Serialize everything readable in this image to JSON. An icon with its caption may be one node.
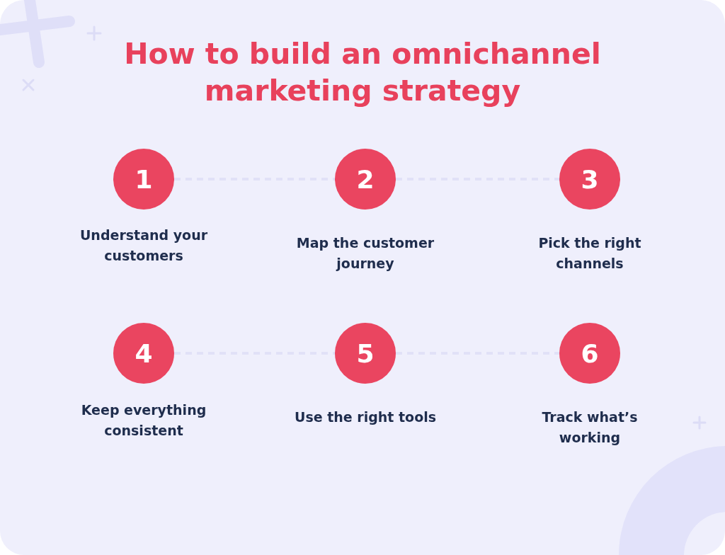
{
  "diagram": {
    "title": "How to build an omnichannel marketing strategy",
    "nodes": [
      {
        "text": [
          "1"
        ],
        "beside": [
          "Understand your customers"
        ]
      },
      {
        "text": [
          "2"
        ],
        "beside": [
          "Map the customer journey"
        ]
      },
      {
        "text": [
          "3"
        ],
        "beside": [
          "Pick the right channels"
        ]
      },
      {
        "text": [
          "4"
        ],
        "beside": [
          "Keep everything consistent"
        ]
      },
      {
        "text": [
          "5"
        ],
        "beside": [
          "Use the right tools"
        ]
      },
      {
        "text": [
          "6"
        ],
        "beside": [
          "Track what’s working"
        ]
      }
    ],
    "edges": [
      {
        "from": 0,
        "to": 1,
        "arrow": "none",
        "style": "dashed"
      },
      {
        "from": 1,
        "to": 2,
        "arrow": "none",
        "style": "dashed"
      },
      {
        "from": 3,
        "to": 4,
        "arrow": "none",
        "style": "dashed"
      },
      {
        "from": 4,
        "to": 5,
        "arrow": "none",
        "style": "dashed"
      }
    ]
  }
}
